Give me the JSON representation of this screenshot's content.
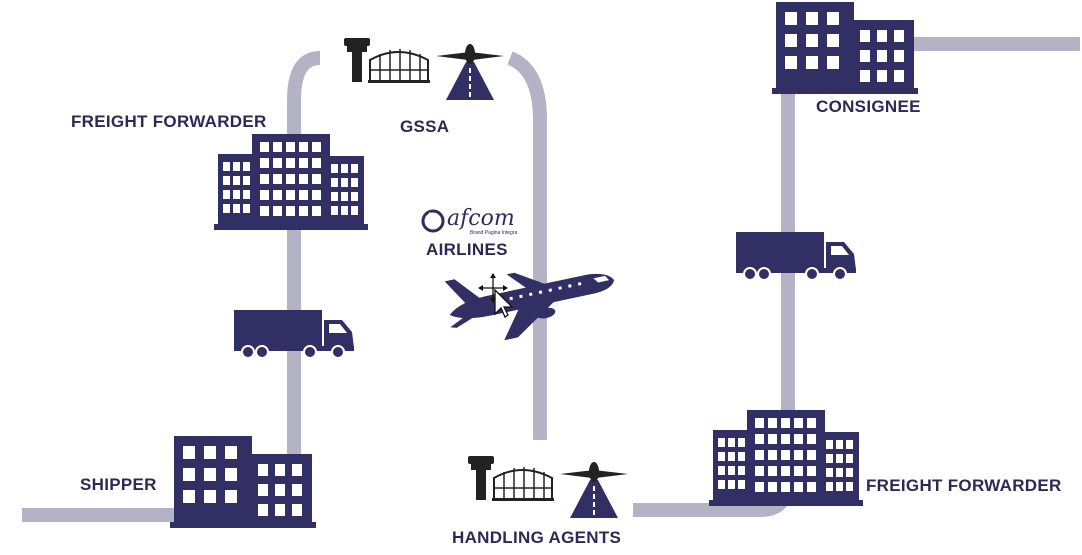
{
  "labels": {
    "freight_forwarder_left": "FREIGHT FORWARDER",
    "gssa": "GSSA",
    "consignee": "CONSIGNEE",
    "airlines": "AIRLINES",
    "shipper": "SHIPPER",
    "handling_agents": "HANDLING AGENTS",
    "freight_forwarder_right": "FREIGHT FORWARDER"
  },
  "logo": {
    "name": "afcom",
    "tagline": "Brand Pagina Integra"
  },
  "colors": {
    "primary": "#322f64",
    "road": "#b3b3c5",
    "label": "#2b2a55",
    "background": "#ffffff"
  },
  "icons": [
    "office-building-icon",
    "delivery-truck-icon",
    "airport-tower-icon",
    "airport-terminal-icon",
    "runway-plane-icon",
    "airplane-icon",
    "move-cursor-icon",
    "afcom-logo-icon"
  ]
}
